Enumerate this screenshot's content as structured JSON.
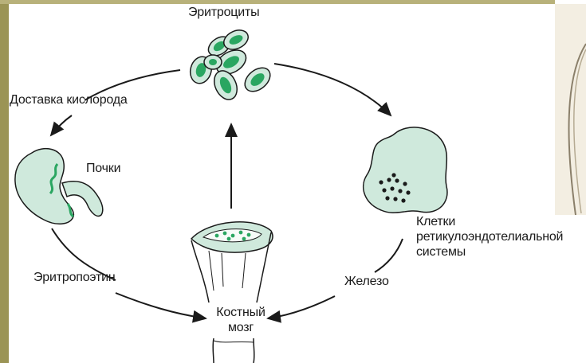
{
  "diagram": {
    "colors": {
      "cell_fill": "#cfe9dc",
      "cell_nucleus": "#2aa661",
      "outline": "#1a1a1a",
      "frame_left": "#9b9455",
      "frame_top": "#b8b17a",
      "photo_background": "#f3eee2"
    },
    "labels": {
      "erythrocytes": "Эритроциты",
      "oxygen_delivery": "Доставка кислорода",
      "kidneys": "Почки",
      "erythropoietin": "Эритропоэтин",
      "bone_marrow": "Костный мозг",
      "iron": "Железо",
      "res_cells": "Клетки ретикулоэндотелиальной системы"
    }
  }
}
